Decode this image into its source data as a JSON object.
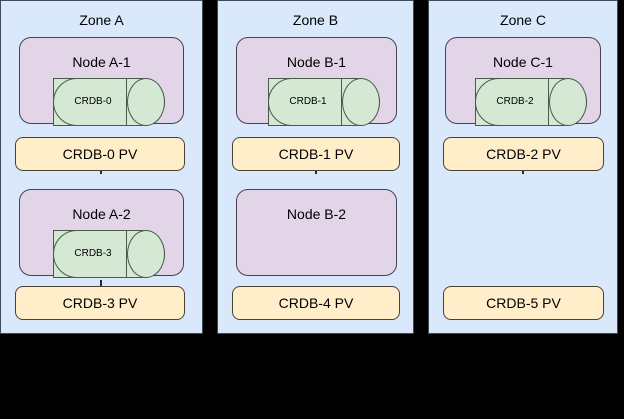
{
  "diagram": {
    "background_color": "#000000",
    "zone_fill": "#dae8fc",
    "node_fill": "#e1d5e7",
    "db_fill": "#d5e8d4",
    "pv_fill": "#ffeec9",
    "stroke_color": "#3f4a57"
  },
  "zones": [
    {
      "title": "Zone A",
      "nodes": [
        {
          "label": "Node A-1",
          "database": "CRDB-0",
          "has_database": true,
          "has_connector": true
        },
        {
          "label": "Node A-2",
          "database": "CRDB-3",
          "has_database": true,
          "has_connector": true
        }
      ],
      "volumes": [
        {
          "label": "CRDB-0 PV"
        },
        {
          "label": "CRDB-3 PV"
        }
      ]
    },
    {
      "title": "Zone B",
      "nodes": [
        {
          "label": "Node B-1",
          "database": "CRDB-1",
          "has_database": true,
          "has_connector": true
        },
        {
          "label": "Node B-2",
          "database": "",
          "has_database": false,
          "has_connector": false
        }
      ],
      "volumes": [
        {
          "label": "CRDB-1 PV"
        },
        {
          "label": "CRDB-4 PV"
        }
      ]
    },
    {
      "title": "Zone C",
      "nodes": [
        {
          "label": "Node C-1",
          "database": "CRDB-2",
          "has_database": true,
          "has_connector": true
        }
      ],
      "volumes": [
        {
          "label": "CRDB-2 PV"
        },
        {
          "label": "CRDB-5 PV"
        }
      ]
    }
  ]
}
